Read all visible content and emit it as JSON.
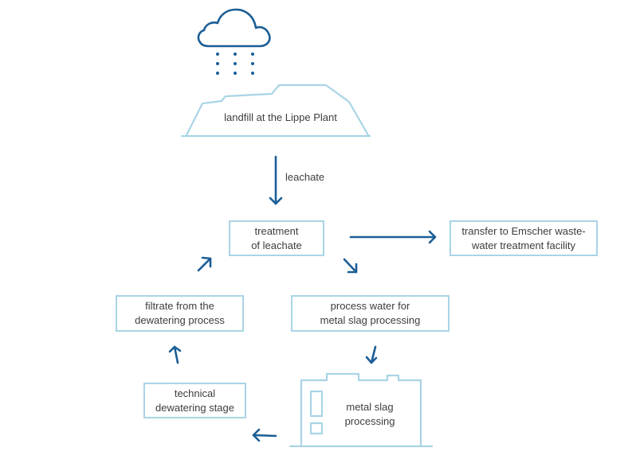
{
  "colors": {
    "accent_dark": "#1b5e96",
    "box_border": "#a9d4e6",
    "text": "#3d3d3d"
  },
  "icons": [
    "rain-cloud-icon",
    "landfill-icon",
    "metal-slag-plant-icon"
  ],
  "landfill": {
    "label": "landfill at the Lippe Plant"
  },
  "leachate_arrow": {
    "label": "leachate"
  },
  "boxes": {
    "treatment": {
      "line1": "treatment",
      "line2": "of leachate"
    },
    "transfer": {
      "line1": "transfer to Emscher waste-",
      "line2": "water treatment facility"
    },
    "process_water": {
      "line1": "process water for",
      "line2": "metal slag processing"
    },
    "filtrate": {
      "line1": "filtrate from the",
      "line2": "dewatering process"
    },
    "dewatering": {
      "line1": "technical",
      "line2": "dewatering stage"
    },
    "metal_slag": {
      "line1": "metal slag",
      "line2": "processing"
    }
  }
}
